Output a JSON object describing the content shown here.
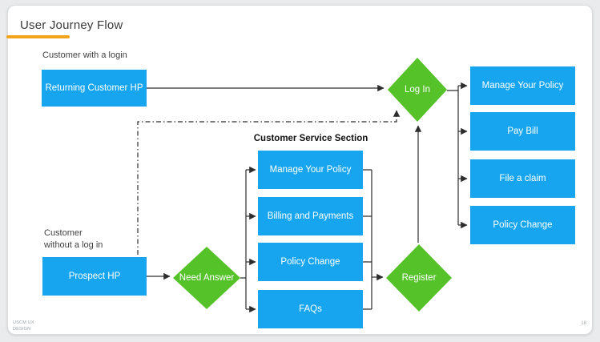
{
  "slide": {
    "title": "User Journey Flow",
    "page_number": "18",
    "footer_line1": "USCM UX",
    "footer_line2": "DESIGN"
  },
  "labels": {
    "with_login": "Customer with a login",
    "without_login_line1": "Customer",
    "without_login_line2": "without a log in",
    "service_section_title": "Customer Service Section"
  },
  "nodes": {
    "returning_hp": "Returning Customer HP",
    "prospect_hp": "Prospect HP",
    "login": "Log In",
    "need_answer": "Need Answer",
    "register": "Register"
  },
  "service_boxes": [
    {
      "label": "Manage Your Policy"
    },
    {
      "label": "Billing and Payments"
    },
    {
      "label": "Policy Change"
    },
    {
      "label": "FAQs"
    }
  ],
  "account_actions": [
    {
      "label": "Manage Your Policy"
    },
    {
      "label": "Pay Bill"
    },
    {
      "label": "File a claim"
    },
    {
      "label": "Policy Change"
    }
  ],
  "colors": {
    "box_blue": "#17A5F0",
    "diamond_green": "#56C22A",
    "accent_orange": "#F2A41C",
    "connector_dark": "#2D2D2D"
  }
}
